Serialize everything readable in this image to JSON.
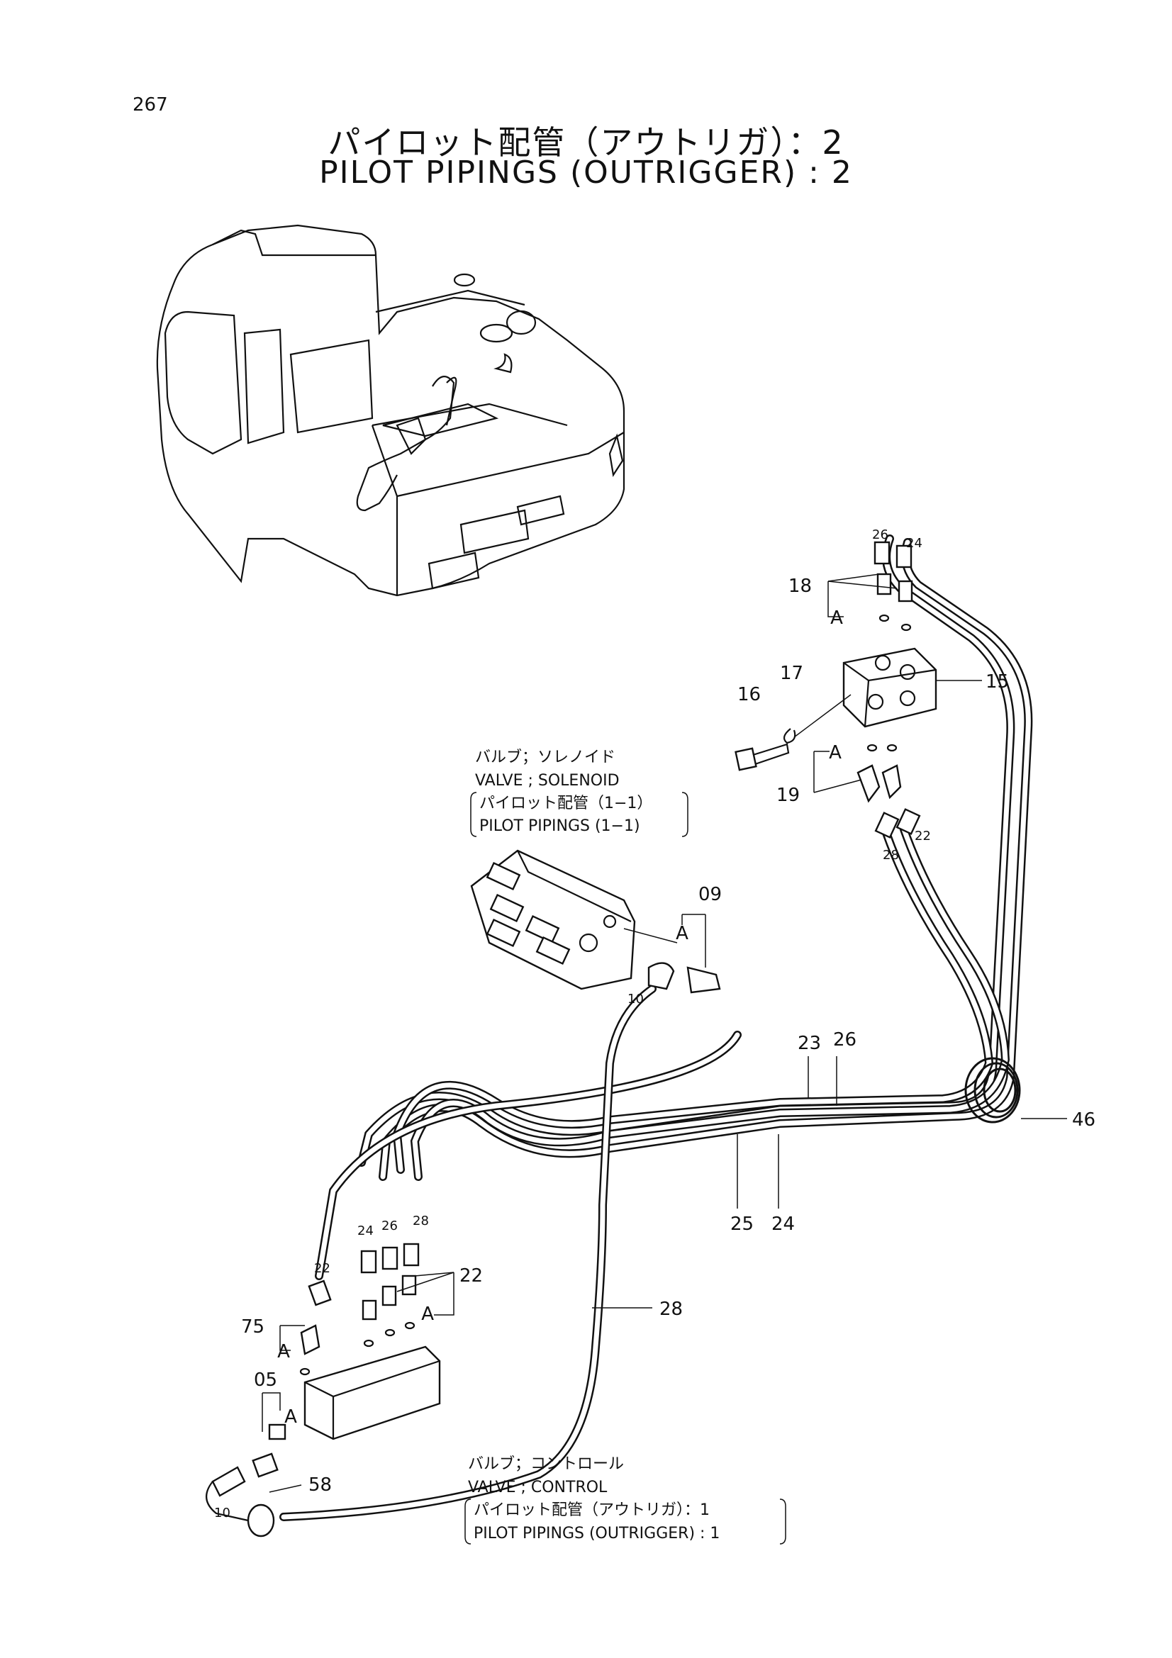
{
  "page_number": "267",
  "title_jp": "パイロット配管（アウトリガ）：2",
  "title_en": "PILOT PIPINGS (OUTRIGGER) : 2",
  "notes": {
    "solenoid": {
      "line1": "バルブ；ソレノイド",
      "line2": "VALVE ; SOLENOID",
      "line3": "パイロット配管（1−1）",
      "line4": "PILOT PIPINGS (1−1)"
    },
    "control": {
      "line1": "バルブ；コントロール",
      "line2": "VALVE ; CONTROL",
      "line3": "パイロット配管（アウトリガ）：1",
      "line4": "PILOT PIPINGS (OUTRIGGER) : 1"
    }
  },
  "callouts": {
    "c15": "15",
    "c16": "16",
    "c17": "17",
    "c18": "18",
    "c19": "19",
    "c09": "09",
    "c23": "23",
    "c26": "26",
    "c46": "46",
    "c25": "25",
    "c24": "24",
    "c22": "22",
    "c28": "28",
    "c75": "75",
    "c05": "05",
    "c58": "58",
    "a": "A",
    "s26": "26",
    "s24": "24",
    "s28": "28",
    "s22": "22",
    "s10": "10"
  }
}
